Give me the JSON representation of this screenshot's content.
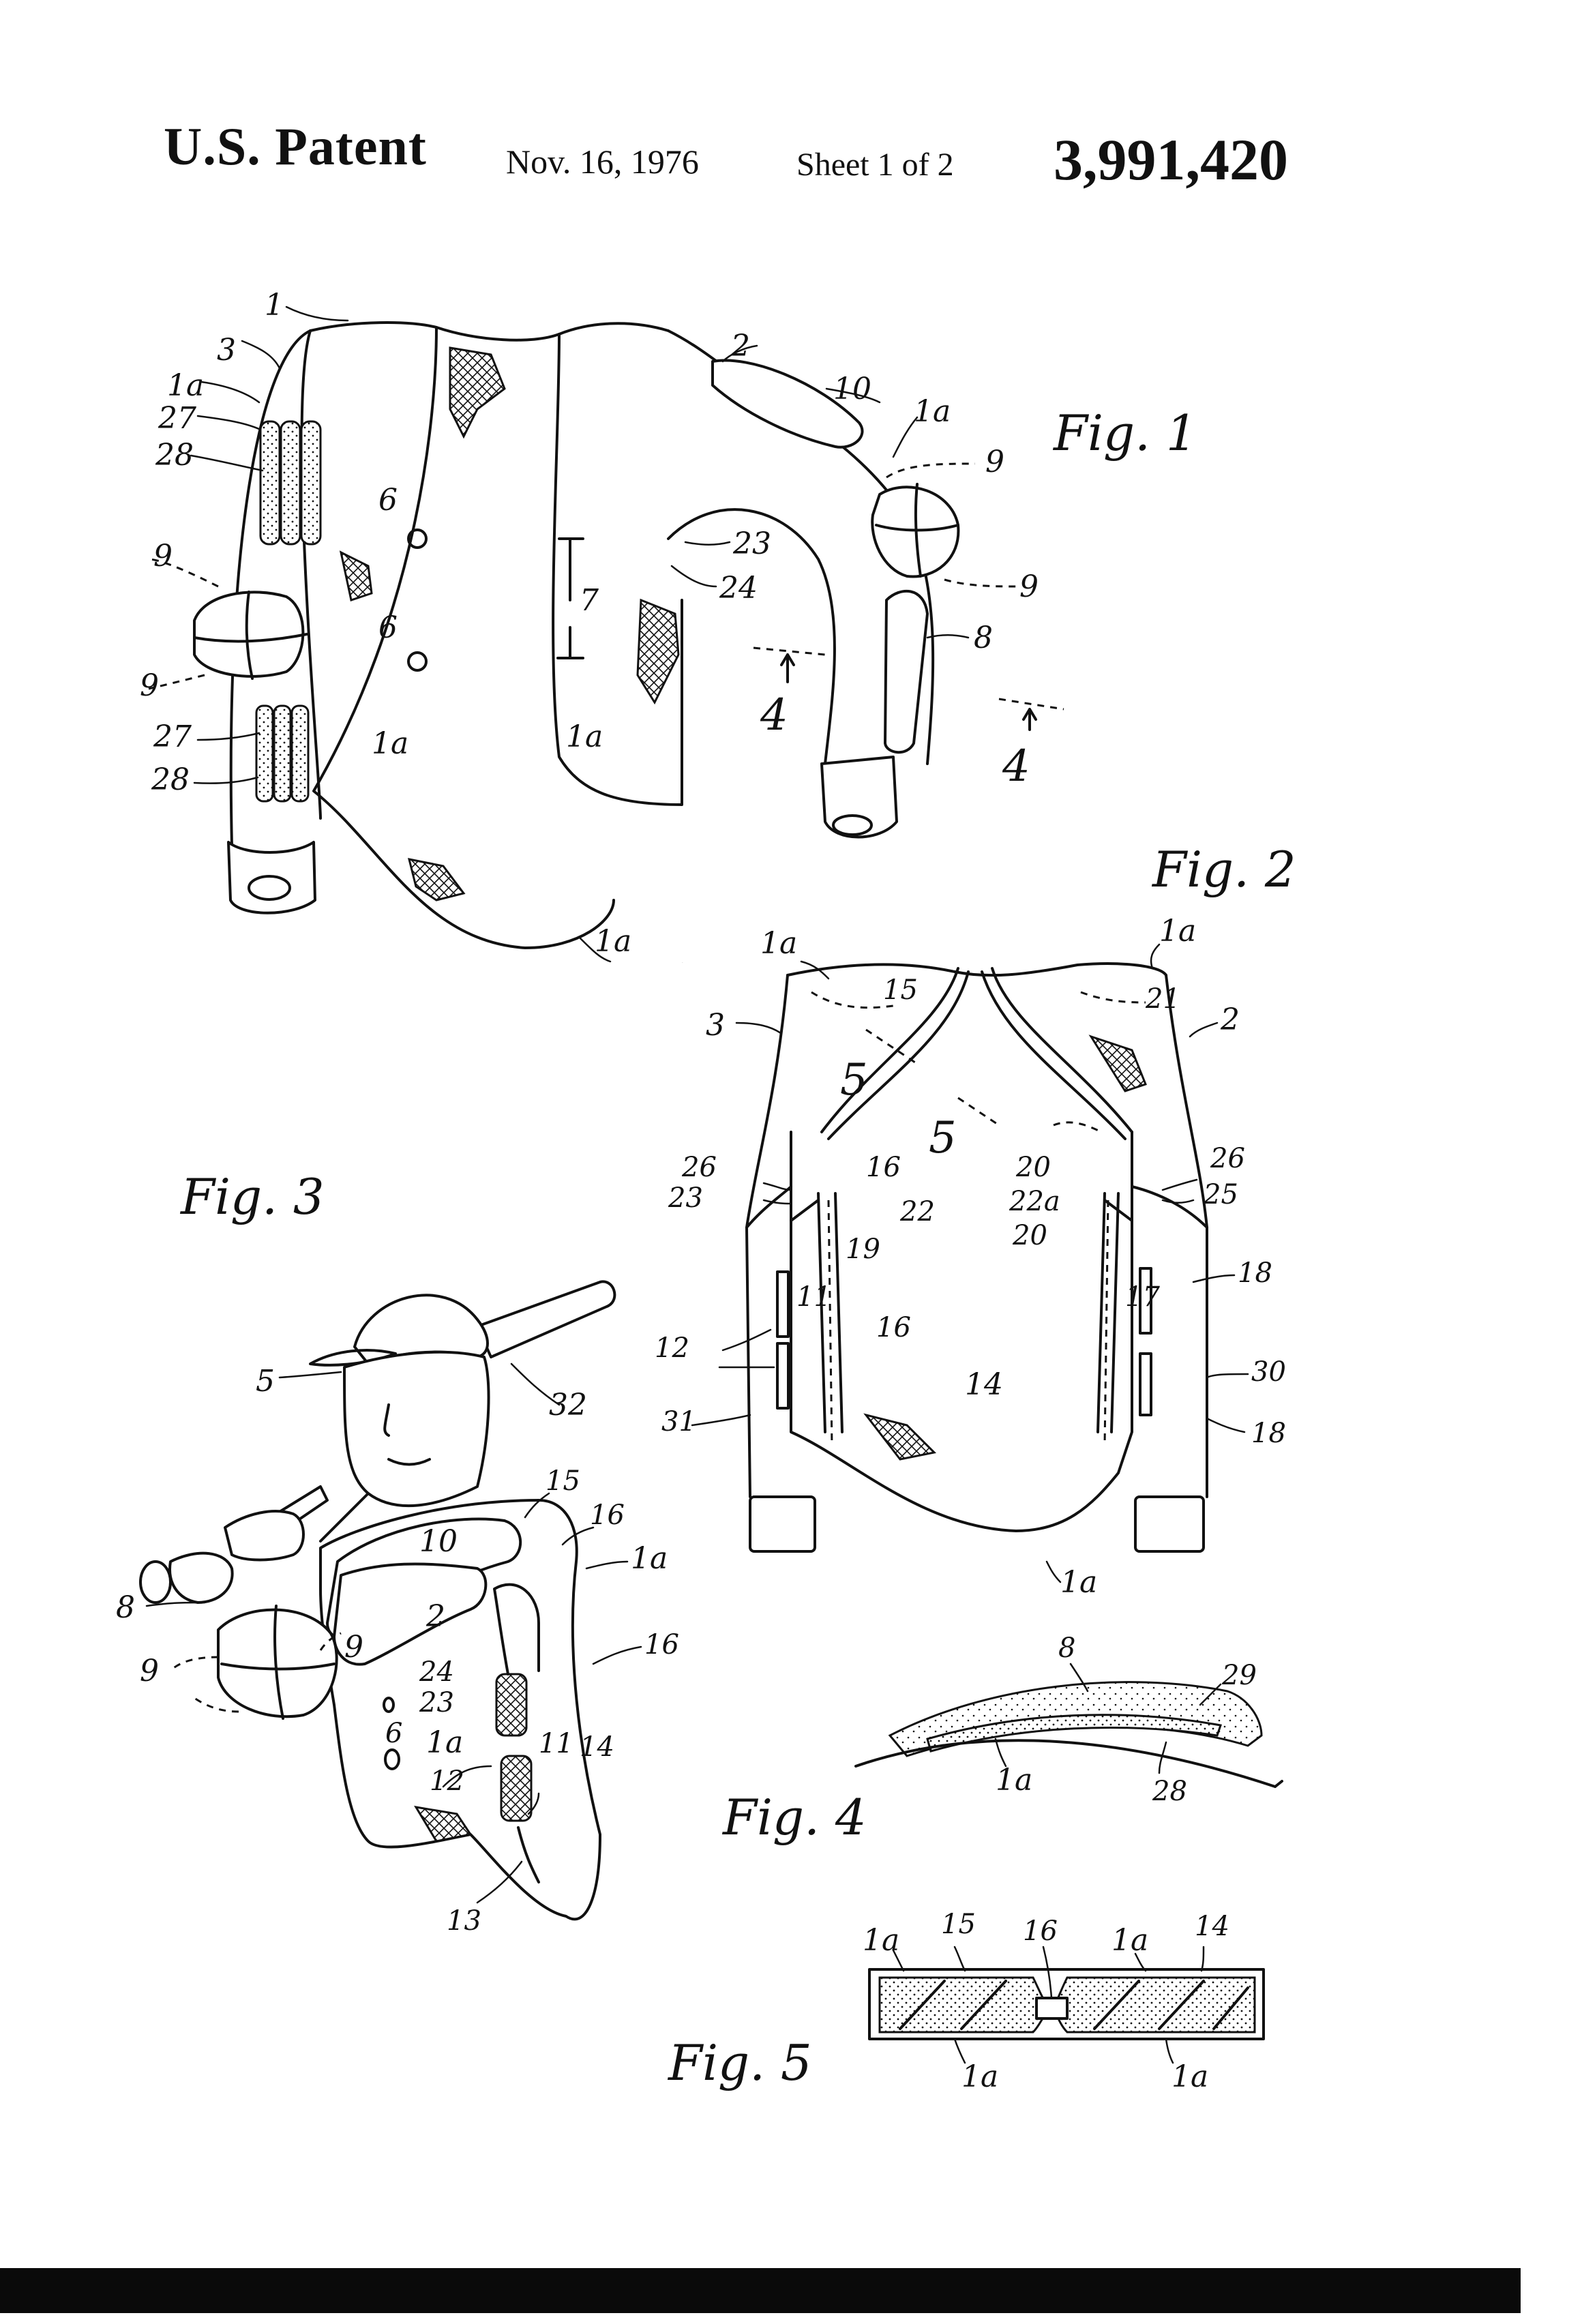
{
  "header": {
    "patent_label": "U.S. Patent",
    "date": "Nov. 16, 1976",
    "sheet": "Sheet 1 of 2",
    "patent_number": "3,991,420"
  },
  "figures": {
    "fig1": {
      "caption": "Fig. 1",
      "refs": [
        "1",
        "2",
        "3",
        "1a",
        "27",
        "28",
        "6",
        "7",
        "9",
        "10",
        "8",
        "23",
        "24",
        "4",
        "4",
        "1a",
        "1a",
        "1a",
        "1a",
        "1a",
        "27",
        "28",
        "9",
        "9",
        "9",
        "6"
      ]
    },
    "fig2": {
      "caption": "Fig. 2",
      "refs": [
        "1a",
        "1a",
        "15",
        "21",
        "3",
        "2",
        "5",
        "5",
        "26",
        "23",
        "16",
        "22",
        "20",
        "22a",
        "26",
        "25",
        "19",
        "20",
        "18",
        "11",
        "17",
        "12",
        "16",
        "14",
        "30",
        "31",
        "18",
        "1a"
      ]
    },
    "fig3": {
      "caption": "Fig. 3",
      "refs": [
        "5",
        "32",
        "15",
        "16",
        "1a",
        "10",
        "2",
        "8",
        "9",
        "9",
        "24",
        "23",
        "16",
        "6",
        "1a",
        "11",
        "14",
        "12",
        "13"
      ]
    },
    "fig4": {
      "caption": "Fig. 4",
      "refs": [
        "8",
        "29",
        "1a",
        "28"
      ]
    },
    "fig5": {
      "caption": "Fig. 5",
      "refs": [
        "1a",
        "15",
        "16",
        "1a",
        "14",
        "1a",
        "1a"
      ]
    }
  }
}
